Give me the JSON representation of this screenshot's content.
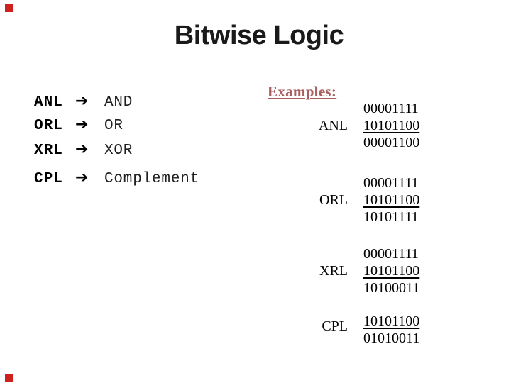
{
  "slide": {
    "title": "Bitwise Logic"
  },
  "legend": {
    "arrow_icon": "➔",
    "items": [
      {
        "mnemonic": "ANL",
        "meaning": "AND"
      },
      {
        "mnemonic": "ORL",
        "meaning": "OR"
      },
      {
        "mnemonic": "XRL",
        "meaning": "XOR"
      },
      {
        "mnemonic": "CPL",
        "meaning": "Complement"
      }
    ]
  },
  "examples": {
    "heading": "Examples:",
    "heading_color": "#aa5f5f",
    "blocks": [
      {
        "op": "ANL",
        "operands": [
          "00001111",
          "10101100"
        ],
        "result": "00001100"
      },
      {
        "op": "ORL",
        "operands": [
          "00001111",
          "10101100"
        ],
        "result": "10101111"
      },
      {
        "op": "XRL",
        "operands": [
          "00001111",
          "10101100"
        ],
        "result": "10100011"
      },
      {
        "op": "CPL",
        "operands": [
          "10101100"
        ],
        "result": "01010011"
      }
    ]
  },
  "decorations": {
    "corner_square_color": "#cf2020"
  }
}
